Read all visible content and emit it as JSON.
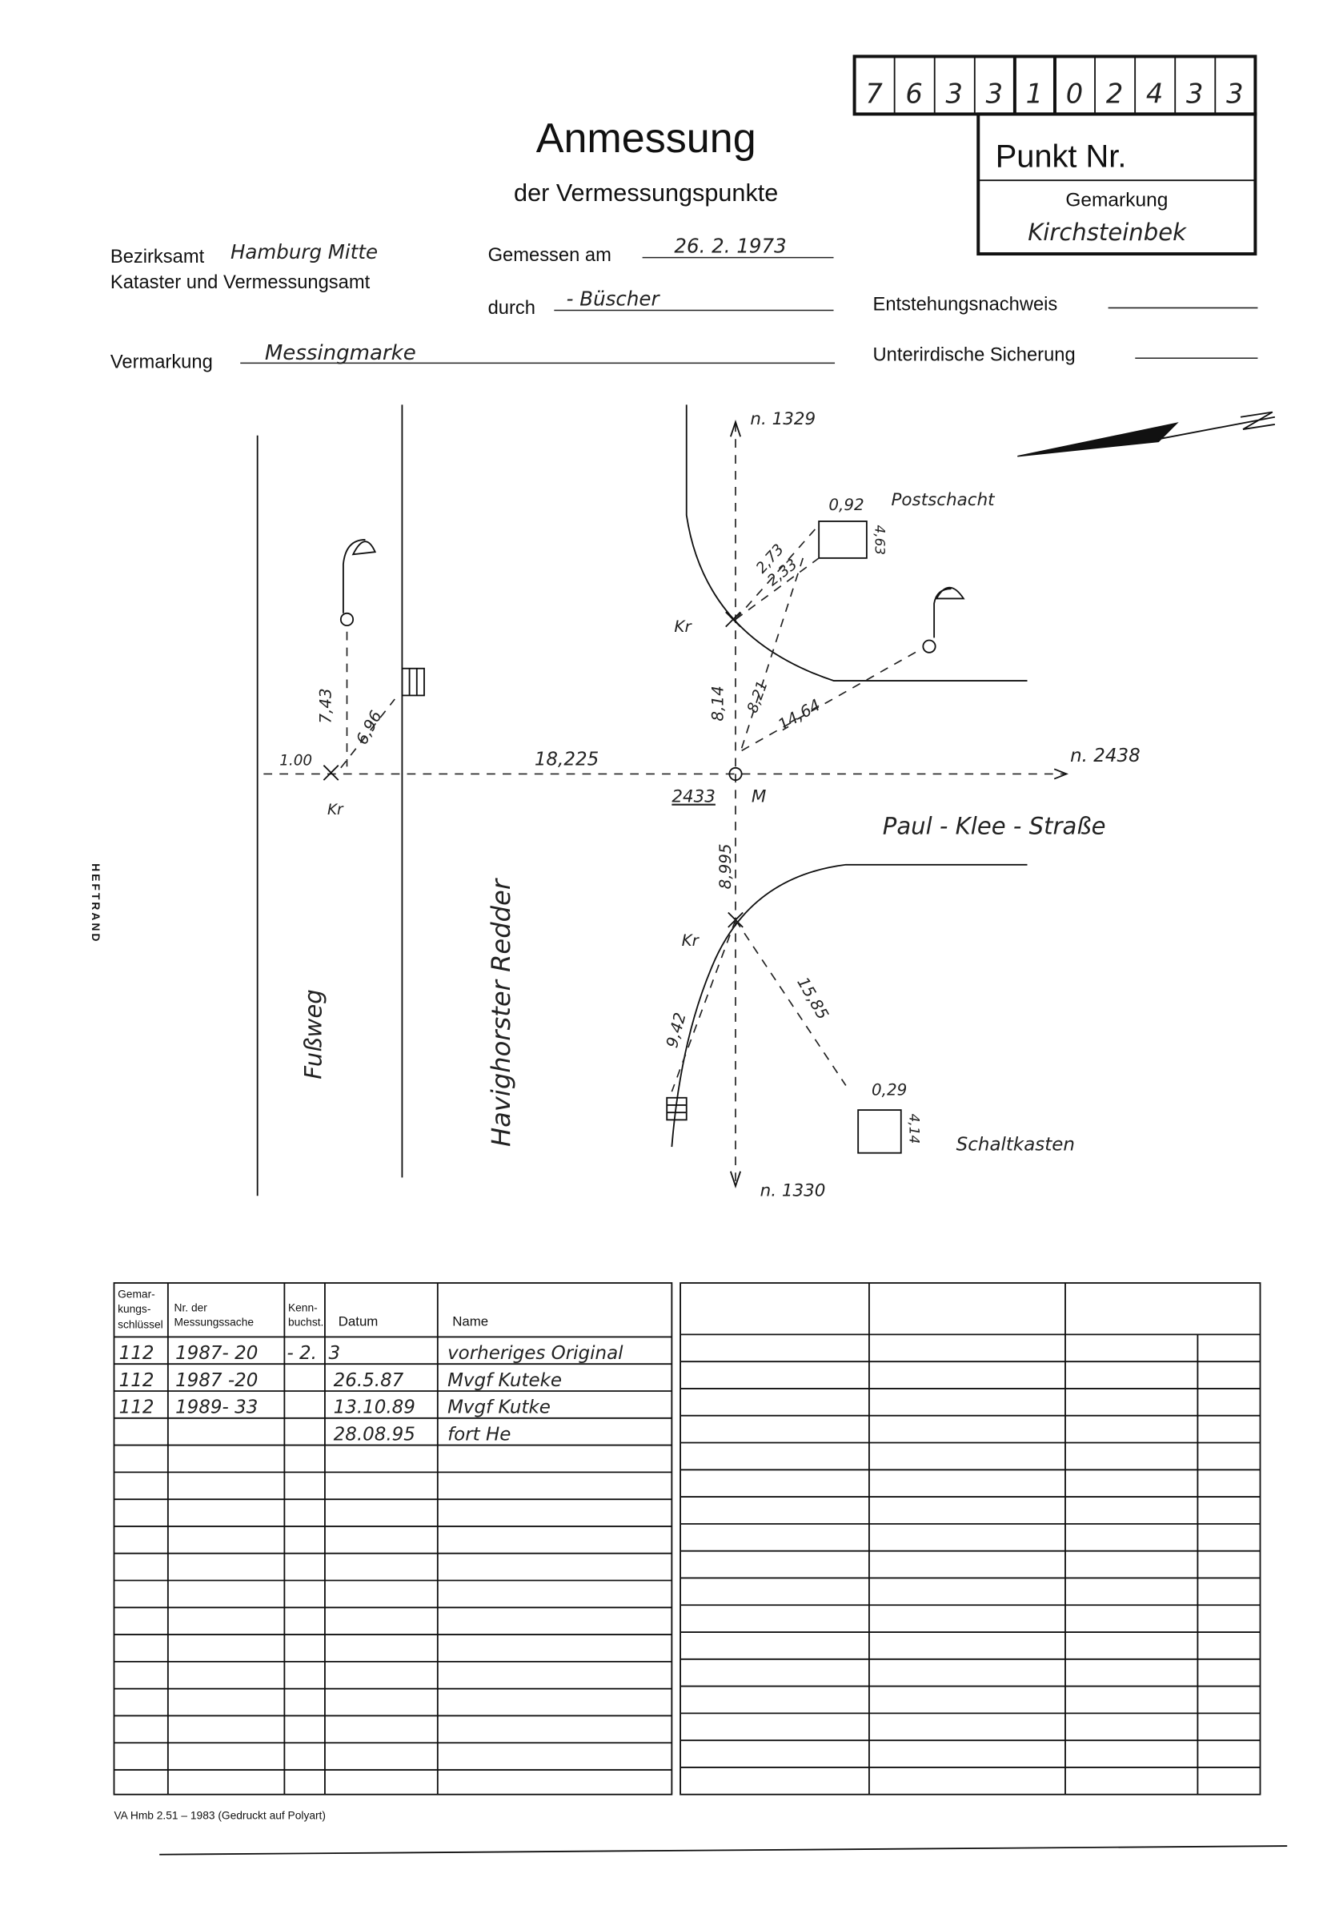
{
  "header": {
    "number_digits": [
      "7",
      "6",
      "3",
      "3",
      "1",
      "0",
      "2",
      "4",
      "3",
      "3"
    ],
    "title": "Anmessung",
    "subtitle": "der Vermessungspunkte",
    "punkt_label": "Punkt Nr.",
    "gemarkung_label": "Gemarkung",
    "gemarkung_value": "Kirchsteinbek"
  },
  "form": {
    "bezirksamt_label": "Bezirksamt",
    "bezirksamt_value": "Hamburg Mitte",
    "kataster_label": "Kataster und Vermessungsamt",
    "gemessen_label": "Gemessen am",
    "gemessen_value": "26. 2. 1973",
    "durch_label": "durch",
    "durch_value": "- Büscher",
    "entstehung_label": "Entstehungsnachweis",
    "sicherung_label": "Unterirdische Sicherung",
    "vermarkung_label": "Vermarkung",
    "vermarkung_value": "Messingmarke"
  },
  "sketch": {
    "north_ref": "n. 1329",
    "south_ref": "n. 1330",
    "east_ref": "n. 2438",
    "center_id": "2433",
    "center_label": "M",
    "kr": "Kr",
    "d_100": "1.00",
    "d_18225": "18,225",
    "d_743": "7,43",
    "d_696": "6,96",
    "d_092": "0,92",
    "d_463": "4,63",
    "d_273": "2,73",
    "d_233": "2,33",
    "d_814": "8,14",
    "d_821": "8,21",
    "d_1464": "14,64",
    "d_8995": "8,995",
    "d_942": "9,42",
    "d_1585": "15,85",
    "d_029": "0,29",
    "d_414": "4,14",
    "postschacht": "Postschacht",
    "schaltkasten": "Schaltkasten",
    "street_1": "Paul - Klee - Straße",
    "street_2": "Havighorster Redder",
    "fussweg": "Fußweg"
  },
  "table": {
    "headers": {
      "gemarkung": [
        "Gemar-",
        "kungs-",
        "schlüssel"
      ],
      "nr": [
        "Nr. der",
        "Messungssache"
      ],
      "kenn": [
        "Kenn-",
        "buchst."
      ],
      "datum": "Datum",
      "name": "Name"
    },
    "rows": [
      {
        "schluessel": "112",
        "nr": "1987- 20",
        "kenn": "- 2.",
        "datum": "3",
        "name": "vorheriges Original"
      },
      {
        "schluessel": "112",
        "nr": "1987 -20",
        "kenn": "",
        "datum": "26.5.87",
        "name": "Mvgf Kuteke"
      },
      {
        "schluessel": "112",
        "nr": "1989- 33",
        "kenn": "",
        "datum": "13.10.89",
        "name": "Mvgf Kutke"
      },
      {
        "schluessel": "",
        "nr": "",
        "kenn": "",
        "datum": "28.08.95",
        "name": "fort He"
      }
    ]
  },
  "side_label": "HEFTRAND",
  "footer": "VA Hmb 2.51 – 1983 (Gedruckt auf Polyart)"
}
